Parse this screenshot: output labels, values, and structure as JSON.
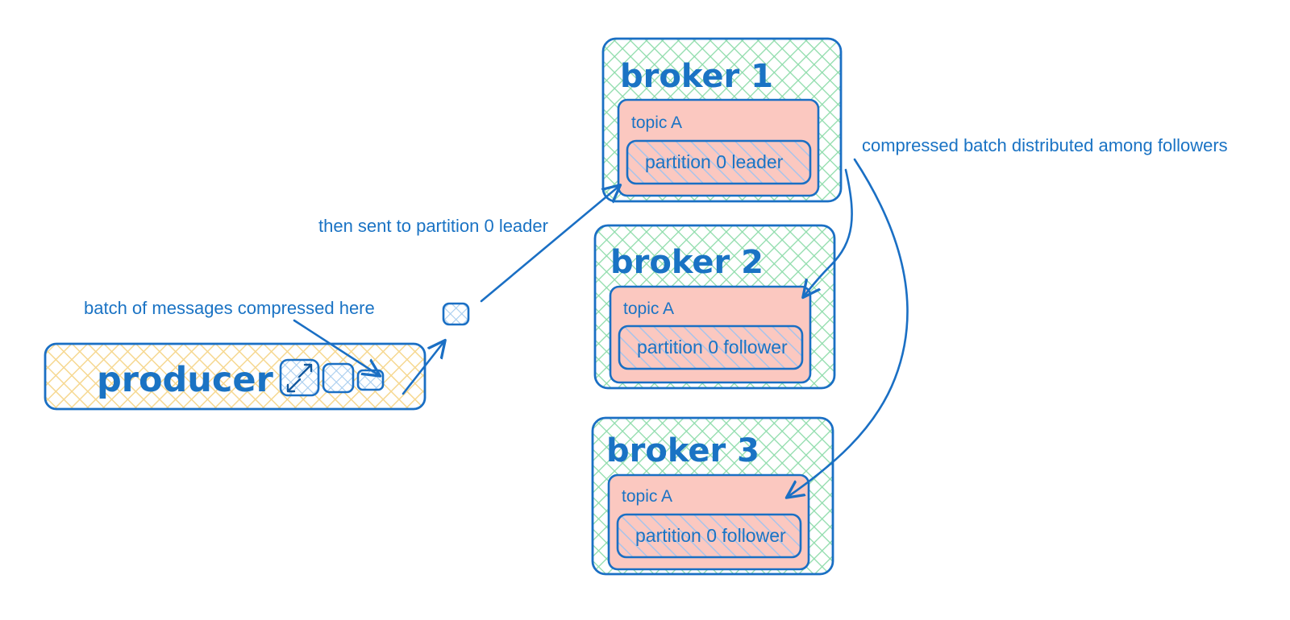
{
  "diagram": {
    "title": "Kafka producer compression and replication",
    "colors": {
      "stroke_blue": "#1a6fc4",
      "text_blue": "#1a73c4",
      "broker_hatch_green": "#8fdcab",
      "topic_fill_pink": "#fbc8c0",
      "partition_hatch_blue": "#a8c4ea",
      "producer_hatch_yellow": "#f6d891",
      "background": "#ffffff"
    }
  },
  "producer": {
    "label": "producer",
    "batch_squares": [
      {
        "name": "batch-square-large",
        "state": "uncompressed",
        "icon": "compress-arrows-icon"
      },
      {
        "name": "batch-square-medium",
        "state": "compressing"
      },
      {
        "name": "batch-square-small",
        "state": "compressed"
      }
    ]
  },
  "transit": {
    "compressed_batch_label": "compressed-batch"
  },
  "brokers": [
    {
      "name": "broker 1",
      "topic": "topic A",
      "partition": "partition 0 leader"
    },
    {
      "name": "broker 2",
      "topic": "topic A",
      "partition": "partition 0 follower"
    },
    {
      "name": "broker 3",
      "topic": "topic A",
      "partition": "partition 0 follower"
    }
  ],
  "annotations": {
    "compressed_here": "batch of messages compressed here",
    "sent_to_leader": "then sent to partition 0 leader",
    "distributed": "compressed batch distributed among followers"
  }
}
